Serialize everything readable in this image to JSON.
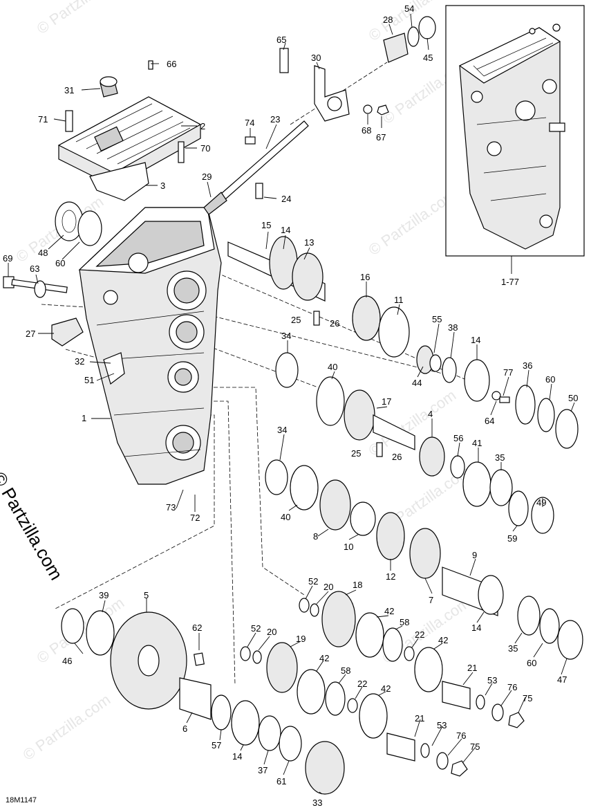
{
  "figure_id": "18M1147",
  "copyright": "© Partzilla.com",
  "watermark": "© Partzilla.com",
  "inset_label": "1-77",
  "callouts": {
    "c1": "1",
    "c2": "2",
    "c3": "3",
    "c4": "4",
    "c5": "5",
    "c6": "6",
    "c7": "7",
    "c8": "8",
    "c9": "9",
    "c10": "10",
    "c11": "11",
    "c12": "12",
    "c13": "13",
    "c14a": "14",
    "c14b": "14",
    "c14c": "14",
    "c14d": "14",
    "c15": "15",
    "c16": "16",
    "c17": "17",
    "c18": "18",
    "c19": "19",
    "c20a": "20",
    "c20b": "20",
    "c21a": "21",
    "c21b": "21",
    "c22a": "22",
    "c22b": "22",
    "c23": "23",
    "c24": "24",
    "c25a": "25",
    "c25b": "25",
    "c26a": "26",
    "c26b": "26",
    "c27": "27",
    "c28": "28",
    "c29": "29",
    "c30": "30",
    "c31": "31",
    "c32": "32",
    "c33": "33",
    "c34a": "34",
    "c34b": "34",
    "c35a": "35",
    "c35b": "35",
    "c36": "36",
    "c37": "37",
    "c38": "38",
    "c39": "39",
    "c40a": "40",
    "c40b": "40",
    "c41": "41",
    "c42a": "42",
    "c42b": "42",
    "c42c": "42",
    "c42d": "42",
    "c44": "44",
    "c45": "45",
    "c46": "46",
    "c47": "47",
    "c48": "48",
    "c49": "49",
    "c50": "50",
    "c51": "51",
    "c52a": "52",
    "c52b": "52",
    "c53a": "53",
    "c53b": "53",
    "c54": "54",
    "c55": "55",
    "c56": "56",
    "c57": "57",
    "c58a": "58",
    "c58b": "58",
    "c59": "59",
    "c60a": "60",
    "c60b": "60",
    "c60c": "60",
    "c61": "61",
    "c62": "62",
    "c63": "63",
    "c64": "64",
    "c65": "65",
    "c66": "66",
    "c67": "67",
    "c68": "68",
    "c69": "69",
    "c70": "70",
    "c71": "71",
    "c72": "72",
    "c73": "73",
    "c74": "74",
    "c75a": "75",
    "c75b": "75",
    "c76a": "76",
    "c76b": "76",
    "c77": "77"
  }
}
